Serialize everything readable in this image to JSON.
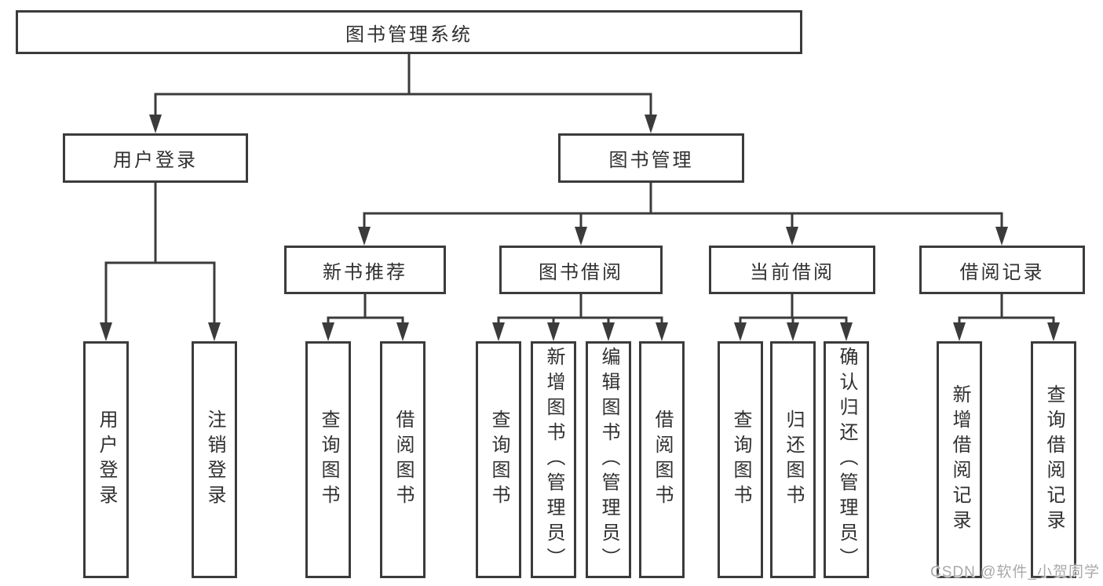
{
  "diagram": {
    "root": {
      "label": "图书管理系统"
    },
    "branches": [
      {
        "label": "用户登录",
        "children": [
          {
            "label": "用户登录"
          },
          {
            "label": "注销登录"
          }
        ]
      },
      {
        "label": "图书管理",
        "children": [
          {
            "label": "新书推荐",
            "children": [
              {
                "label": "查询图书"
              },
              {
                "label": "借阅图书"
              }
            ]
          },
          {
            "label": "图书借阅",
            "children": [
              {
                "label": "查询图书"
              },
              {
                "label": "新增图书（管理员）"
              },
              {
                "label": "编辑图书（管理员）"
              },
              {
                "label": "借阅图书"
              }
            ]
          },
          {
            "label": "当前借阅",
            "children": [
              {
                "label": "查询图书"
              },
              {
                "label": "归还图书"
              },
              {
                "label": "确认归还（管理员）"
              }
            ]
          },
          {
            "label": "借阅记录",
            "children": [
              {
                "label": "新增借阅记录"
              },
              {
                "label": "查询借阅记录"
              }
            ]
          }
        ]
      }
    ]
  },
  "watermark": {
    "text": "CSDN @软件_小贺同学"
  },
  "colors": {
    "line": "#3b3b3b",
    "text": "#303030",
    "background": "#ffffff",
    "watermark": "#a9a9a9"
  }
}
